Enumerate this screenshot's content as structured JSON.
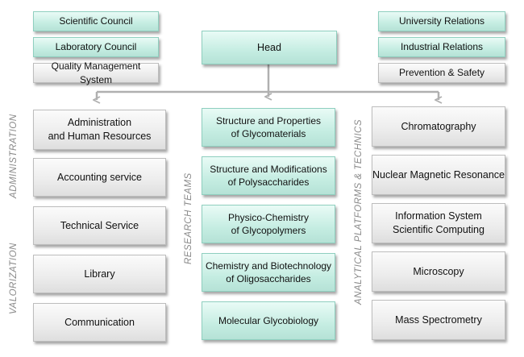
{
  "top_left": [
    "Scientific Council",
    "Laboratory Council",
    "Quality Management System"
  ],
  "top_right": [
    "University Relations",
    "Industrial Relations",
    "Prevention & Safety"
  ],
  "head": "Head",
  "administration": {
    "label": "ADMINISTRATION",
    "items": [
      "Administration\nand Human Resources",
      "Accounting service",
      "Technical Service"
    ]
  },
  "valorization": {
    "label": "VALORIZATION",
    "items": [
      "Library",
      "Communication"
    ]
  },
  "research_teams": {
    "label": "RESEARCH TEAMS",
    "items": [
      "Structure and Properties\nof Glycomaterials",
      "Structure and Modifications\nof Polysaccharides",
      "Physico-Chemistry\nof Glycopolymers",
      "Chemistry and Biotechnology\nof Oligosaccharides",
      "Molecular Glycobiology"
    ]
  },
  "analytical": {
    "label": "ANALYTICAL PLATFORMS  & TECHNICS",
    "items": [
      "Chromatography",
      "Nuclear Magnetic Resonance",
      "Information System\nScientific Computing",
      "Microscopy",
      "Mass Spectrometry"
    ]
  },
  "colors": {
    "teal": "#c5ede2",
    "grey": "#ececec",
    "connector": "#b0b0b0"
  }
}
